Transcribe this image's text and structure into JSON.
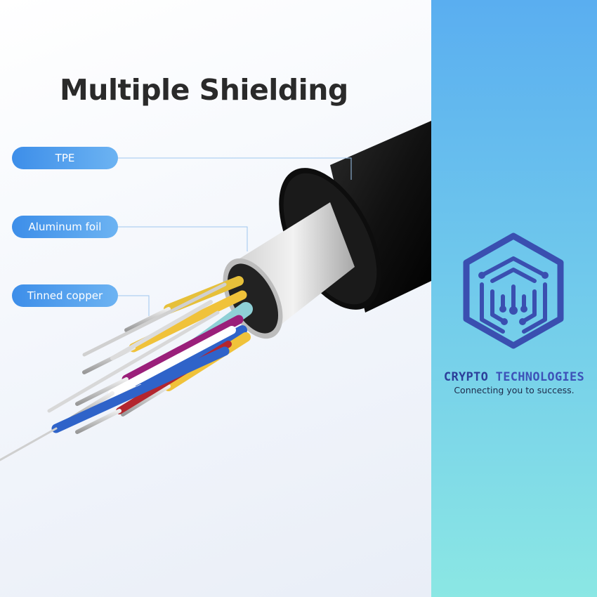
{
  "infographic": {
    "title": "Multiple Shielding",
    "labels": [
      "TPE",
      "Aluminum foil",
      "Tinned copper"
    ]
  },
  "brand": {
    "name_part1": "CRYPTO",
    "name_part2": "TECHNOLOGIES",
    "tagline": "Connecting you to success."
  },
  "colors": {
    "pill": "#4a9cec",
    "right_panel_top": "#5aaef0",
    "right_panel_bottom": "#8be7e4",
    "logo": "#3a4fb0"
  }
}
